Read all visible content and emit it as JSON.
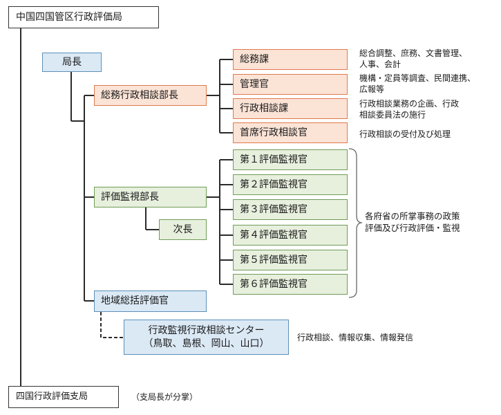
{
  "top_title": "中国四国管区行政評価局",
  "director": "局長",
  "general_affairs": {
    "head": "総務行政相談部長",
    "units": [
      {
        "name": "総務課",
        "note": [
          "総合調整、庶務、文書管理、",
          "人事、会計"
        ]
      },
      {
        "name": "管理官",
        "note": [
          "機構・定員等調査、民間連携、",
          "広報等"
        ]
      },
      {
        "name": "行政相談課",
        "note": [
          "行政相談業務の企画、行政",
          "相談委員法の施行"
        ]
      },
      {
        "name": "首席行政相談官",
        "note": [
          "行政相談の受付及び処理"
        ]
      }
    ]
  },
  "evaluation": {
    "head": "評価監視部長",
    "deputy": "次長",
    "units": [
      "第１評価監視官",
      "第２評価監視官",
      "第３評価監視官",
      "第４評価監視官",
      "第５評価監視官",
      "第６評価監視官"
    ],
    "note": [
      "各府省の所掌事務の政策",
      "評価及び行政評価・監視"
    ]
  },
  "regional": {
    "head": "地域総括評価官",
    "center_line1": "行政監視行政相談センター",
    "center_line2": "（鳥取、島根、岡山、山口）",
    "center_note": "行政相談、情報収集、情報発信"
  },
  "branch": {
    "name": "四国行政評価支局",
    "note": "（支局長が分掌）"
  }
}
